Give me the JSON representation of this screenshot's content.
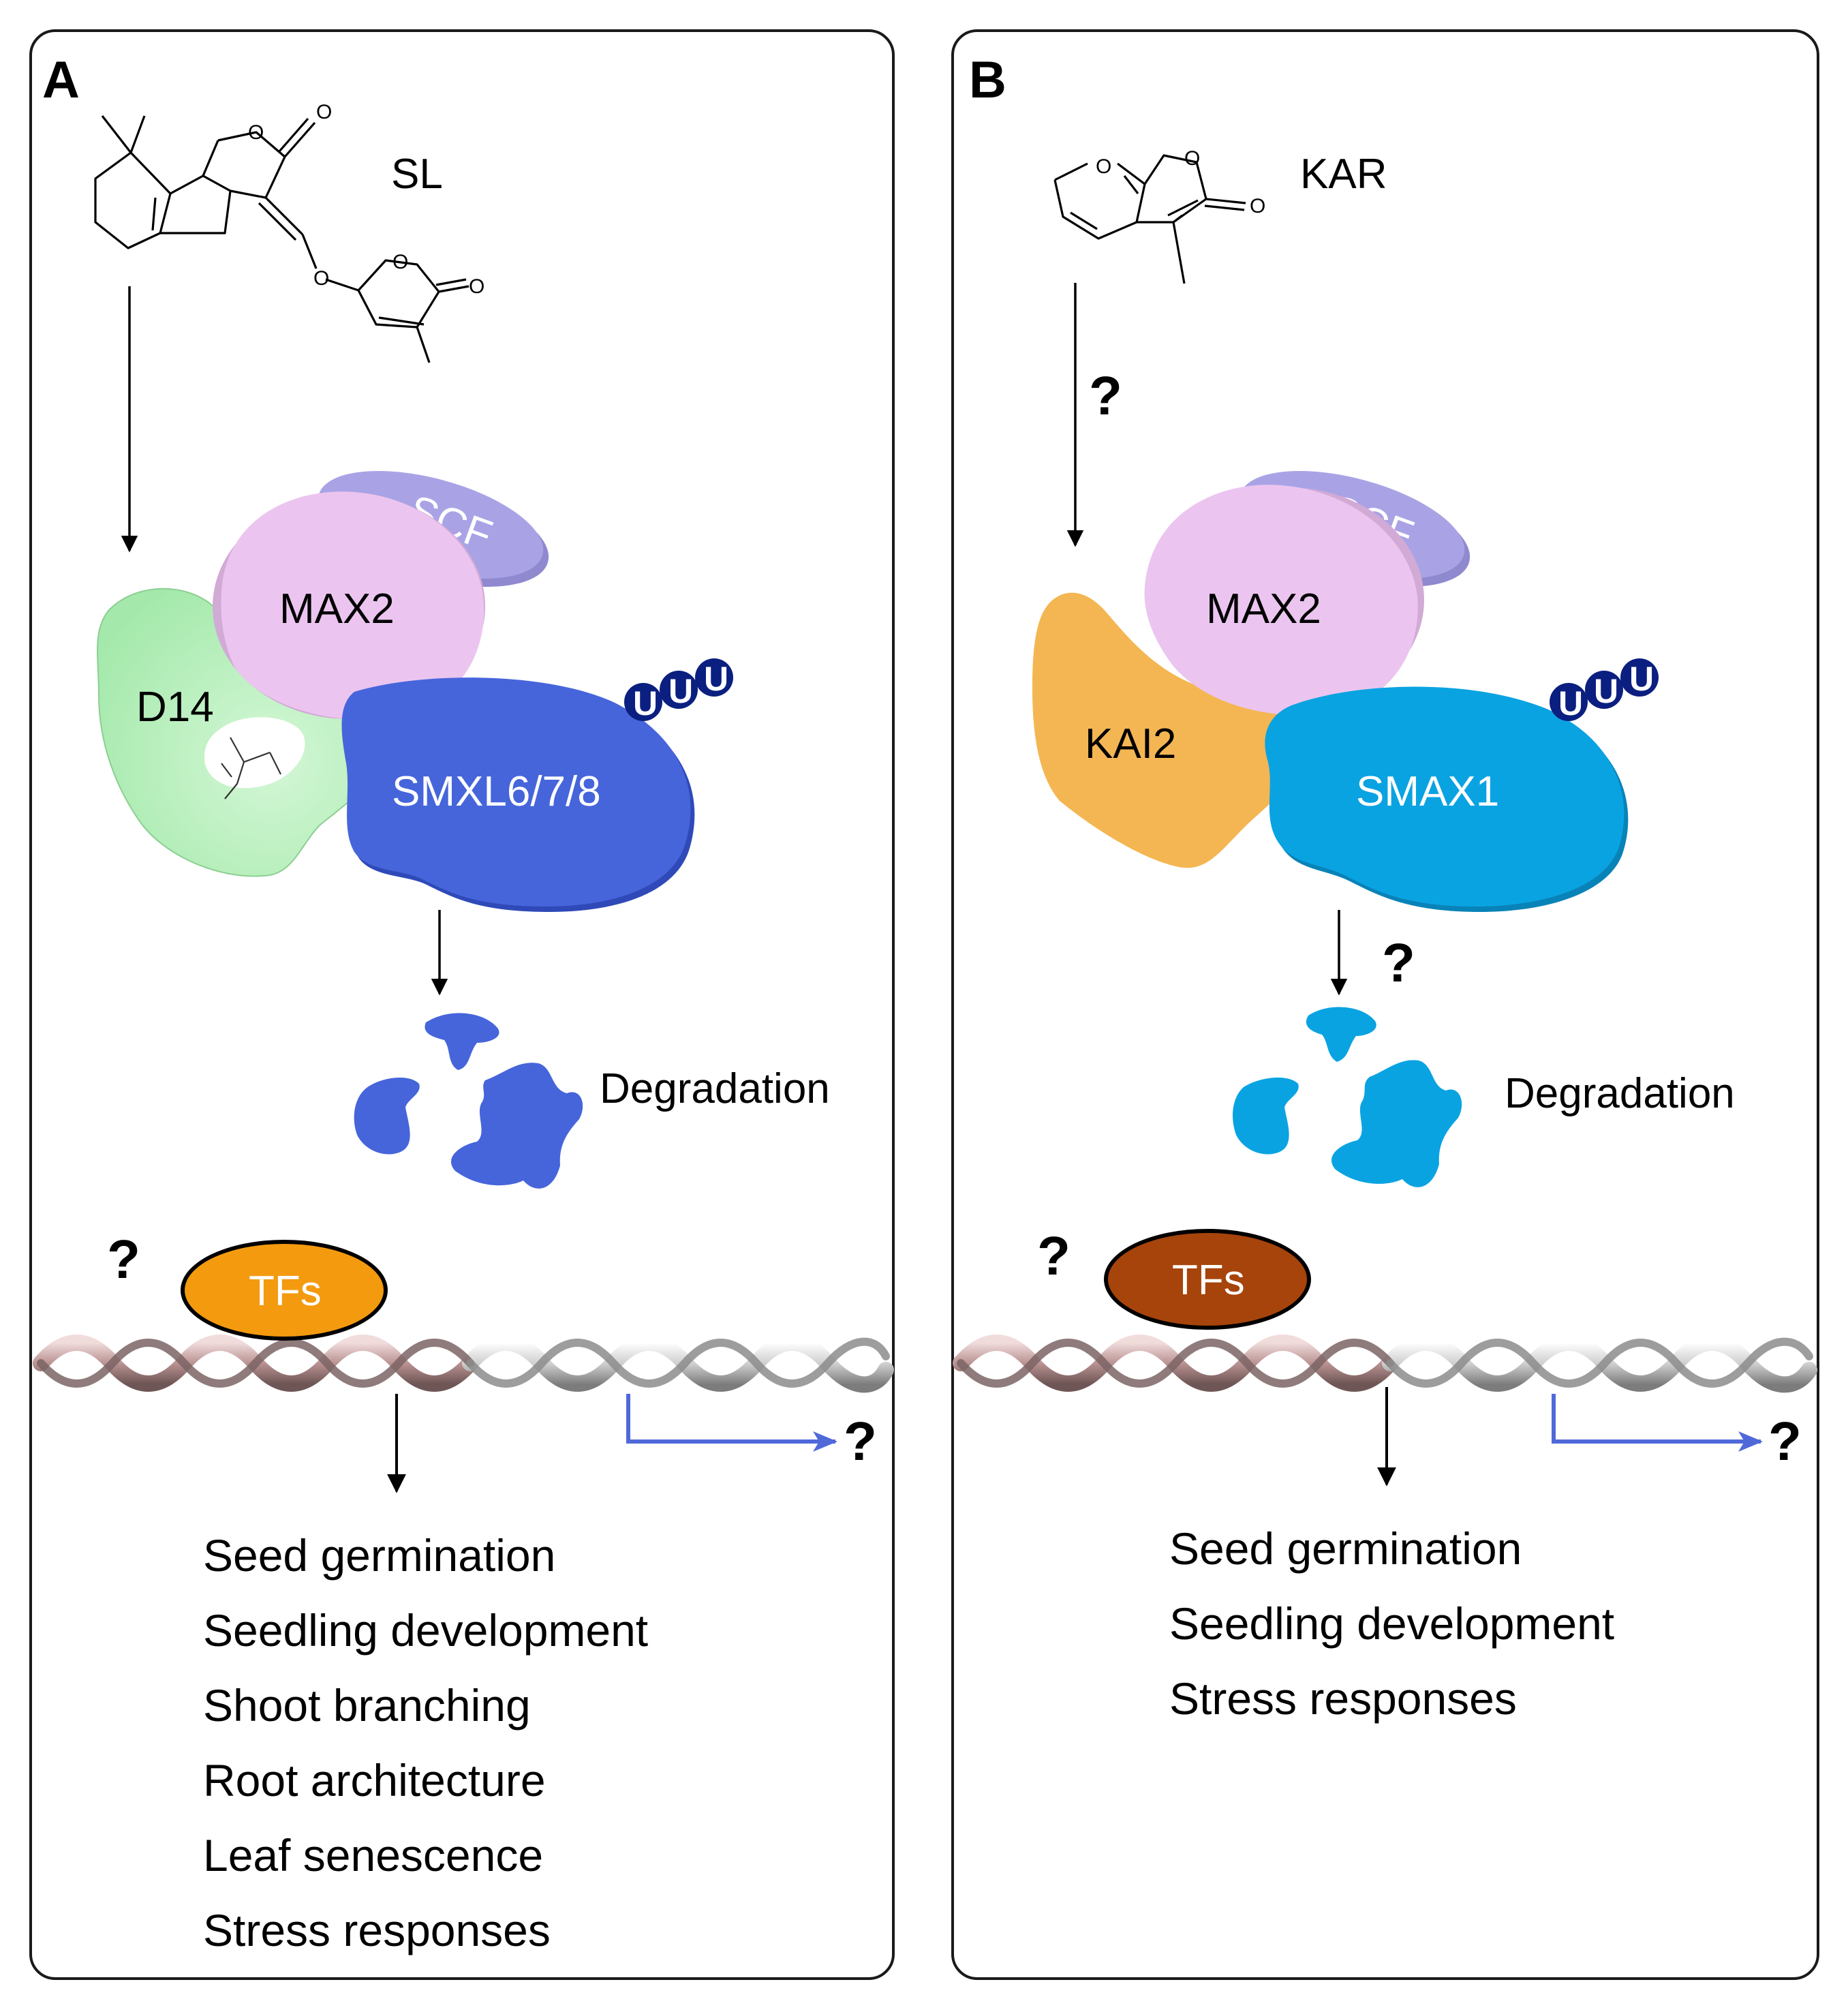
{
  "panels": [
    {
      "letter": "A",
      "ligand": "SL",
      "receptor": "D14",
      "scf": "SCF",
      "f_box": "MAX2",
      "repressor": "SMXL6/7/8",
      "degradation": "Degradation",
      "tfs": "TFs",
      "question": "?",
      "outcomes": [
        "Seed germination",
        "Seedling development",
        "Shoot branching",
        "Root architecture",
        "Leaf senescence",
        "Stress responses"
      ]
    },
    {
      "letter": "B",
      "ligand": "KAR",
      "receptor": "KAI2",
      "scf": "SCF",
      "f_box": "MAX2",
      "repressor": "SMAX1",
      "degradation": "Degradation",
      "tfs": "TFs",
      "question": "?",
      "outcomes": [
        "Seed germination",
        "Seedling development",
        "Stress responses"
      ]
    }
  ],
  "atoms": {
    "oxygen": "O"
  },
  "ubiquitin": "U",
  "colors": {
    "scf": "#a9a3e6",
    "max2": "#ebc5ef",
    "d14": "#aeedb4",
    "smxl": "#4665db",
    "kai2": "#f4b652",
    "smax1": "#0aa3e2",
    "tfs_a": "#f39a0f",
    "tfs_b": "#a6440b",
    "ubiquitin": "#0b1f80",
    "transcription_arrow": "#5069d9"
  }
}
